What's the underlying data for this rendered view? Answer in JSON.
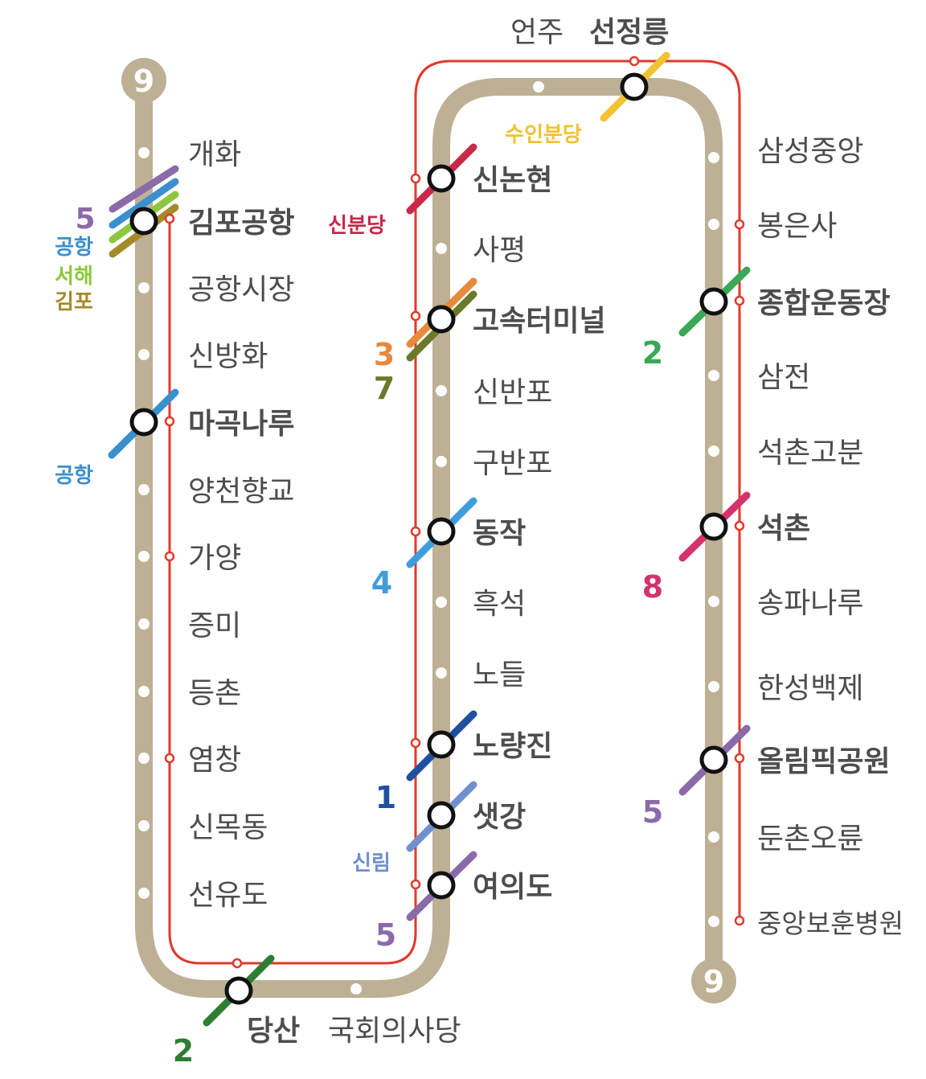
{
  "route_badge": {
    "line_number": "9",
    "color": "#bdb094"
  },
  "colors": {
    "line9_main": "#bdb094",
    "express": "#e0392b",
    "station_stroke": "#bdb094",
    "transfer_stroke": "#111111",
    "label_text": "#4d4d4d"
  },
  "stations": [
    {
      "id": "gaehwa",
      "name": "개화",
      "major": false
    },
    {
      "id": "gimpo-airport",
      "name": "김포공항",
      "major": true
    },
    {
      "id": "airport-market",
      "name": "공항시장",
      "major": false
    },
    {
      "id": "sinbanghwa",
      "name": "신방화",
      "major": false
    },
    {
      "id": "magongnaru",
      "name": "마곡나루",
      "major": true
    },
    {
      "id": "yangcheon-hyanggyo",
      "name": "양천향교",
      "major": false
    },
    {
      "id": "gayang",
      "name": "가양",
      "major": false
    },
    {
      "id": "jeungmi",
      "name": "증미",
      "major": false
    },
    {
      "id": "deungchon",
      "name": "등촌",
      "major": false
    },
    {
      "id": "yeomchang",
      "name": "염창",
      "major": false
    },
    {
      "id": "sinmokdong",
      "name": "신목동",
      "major": false
    },
    {
      "id": "seonyudo",
      "name": "선유도",
      "major": false
    },
    {
      "id": "dangsan",
      "name": "당산",
      "major": true
    },
    {
      "id": "national-assembly",
      "name": "국회의사당",
      "major": false
    },
    {
      "id": "yeouido",
      "name": "여의도",
      "major": true
    },
    {
      "id": "saetgang",
      "name": "샛강",
      "major": true
    },
    {
      "id": "noryangjin",
      "name": "노량진",
      "major": true
    },
    {
      "id": "nodeul",
      "name": "노들",
      "major": false
    },
    {
      "id": "heukseok",
      "name": "흑석",
      "major": false
    },
    {
      "id": "dongjak",
      "name": "동작",
      "major": true
    },
    {
      "id": "gubanpo",
      "name": "구반포",
      "major": false
    },
    {
      "id": "sinbanpo",
      "name": "신반포",
      "major": false
    },
    {
      "id": "express-bus-terminal",
      "name": "고속터미널",
      "major": true
    },
    {
      "id": "sapyeong",
      "name": "사평",
      "major": false
    },
    {
      "id": "sinnonhyeon",
      "name": "신논현",
      "major": true
    },
    {
      "id": "eonju",
      "name": "언주",
      "major": false
    },
    {
      "id": "seonjeongneung",
      "name": "선정릉",
      "major": true
    },
    {
      "id": "samseong-jungang",
      "name": "삼성중앙",
      "major": false
    },
    {
      "id": "bongeunsa",
      "name": "봉은사",
      "major": false
    },
    {
      "id": "sports-complex",
      "name": "종합운동장",
      "major": true
    },
    {
      "id": "samjeon",
      "name": "삼전",
      "major": false
    },
    {
      "id": "seokchon-gobun",
      "name": "석촌고분",
      "major": false
    },
    {
      "id": "seokchon",
      "name": "석촌",
      "major": true
    },
    {
      "id": "songpanaru",
      "name": "송파나루",
      "major": false
    },
    {
      "id": "hanseong-baekje",
      "name": "한성백제",
      "major": false
    },
    {
      "id": "olympic-park",
      "name": "올림픽공원",
      "major": true
    },
    {
      "id": "dunchon-oryun",
      "name": "둔촌오륜",
      "major": false
    },
    {
      "id": "vhs-medical-center",
      "name": "중앙보훈병원",
      "major": false
    }
  ],
  "transfer_labels": [
    {
      "id": "gimpo-5",
      "text": "5",
      "color": "#8a6aa8"
    },
    {
      "id": "gimpo-airport-rail",
      "text": "공항",
      "color": "#3a8fce"
    },
    {
      "id": "gimpo-seohae",
      "text": "서해",
      "color": "#8dc63f"
    },
    {
      "id": "gimpo-gimpo",
      "text": "김포",
      "color": "#a48a2a"
    },
    {
      "id": "magok-airport-rail",
      "text": "공항",
      "color": "#3a8fce"
    },
    {
      "id": "dangsan-2",
      "text": "2",
      "color": "#2e7d32"
    },
    {
      "id": "yeouido-5",
      "text": "5",
      "color": "#8a6aa8"
    },
    {
      "id": "saetgang-sillim",
      "text": "신림",
      "color": "#6f8fcf"
    },
    {
      "id": "noryangjin-1",
      "text": "1",
      "color": "#1f4fa0"
    },
    {
      "id": "dongjak-4",
      "text": "4",
      "color": "#3f9ddd"
    },
    {
      "id": "terminal-3",
      "text": "3",
      "color": "#e68a3c"
    },
    {
      "id": "terminal-7",
      "text": "7",
      "color": "#6a7a2a"
    },
    {
      "id": "sinnonhyeon-sinbundang",
      "text": "신분당",
      "color": "#c8284a"
    },
    {
      "id": "seonjeongneung-suin-bundang",
      "text": "수인분당",
      "color": "#f1c232"
    },
    {
      "id": "sports-complex-2",
      "text": "2",
      "color": "#3aa856"
    },
    {
      "id": "seokchon-8",
      "text": "8",
      "color": "#d4326c"
    },
    {
      "id": "olympic-park-5",
      "text": "5",
      "color": "#8a6aa8"
    }
  ],
  "transfer_line_colors": {
    "line5": "#8a6aa8",
    "airport": "#3a8fce",
    "seohae": "#8dc63f",
    "gimpo": "#a48a2a",
    "line2_dangsan": "#2e7d32",
    "sillim": "#6f8fcf",
    "line1": "#1f4fa0",
    "line4": "#3f9ddd",
    "line3": "#e68a3c",
    "line7": "#6a7a2a",
    "sinbundang": "#c8284a",
    "suin_bundang": "#f1c232",
    "line2": "#3aa856",
    "line8": "#d4326c"
  }
}
